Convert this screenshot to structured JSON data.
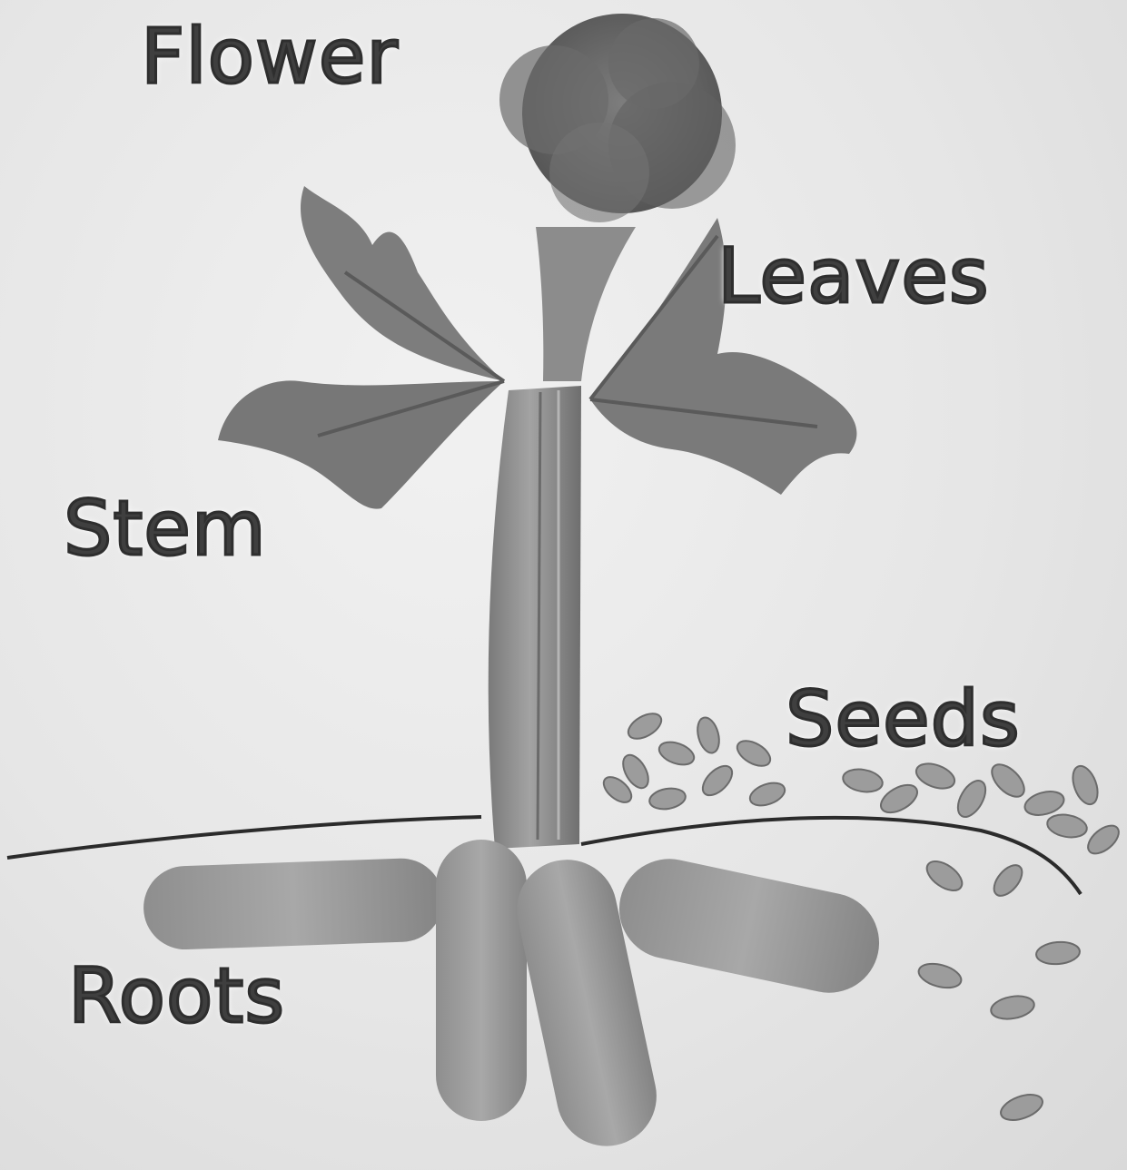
{
  "labels": {
    "flower": "Flower",
    "leaves": "Leaves",
    "stem": "Stem",
    "seeds": "Seeds",
    "roots": "Roots"
  },
  "colors": {
    "background": "#e9e9e9",
    "ink": "#2e2e2e",
    "plant": "#8a8a8a",
    "plant_dark": "#5f5f5f",
    "seed": "#9c9c9c"
  }
}
